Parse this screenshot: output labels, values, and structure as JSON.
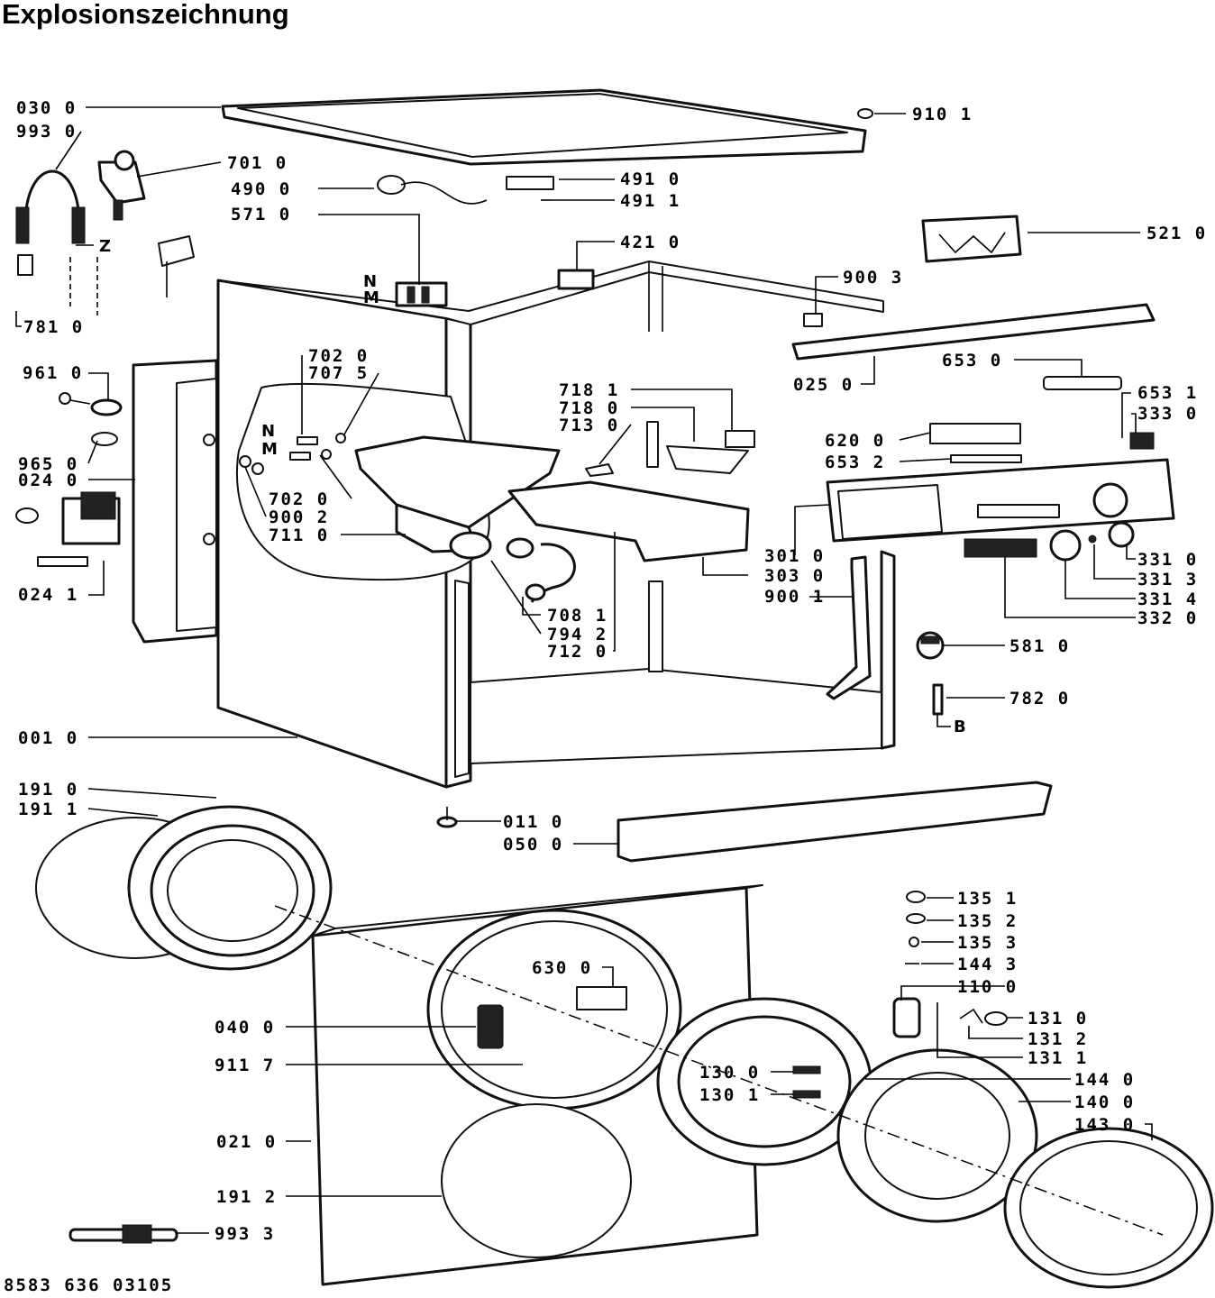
{
  "title": "Explosionszeichnung",
  "footer": "8583 636 03105",
  "labels": {
    "p0300": "030 0",
    "p9930": "993 0",
    "p7010": "701 0",
    "p4900": "490 0",
    "p5710": "571 0",
    "p7810": "781 0",
    "p4910": "491 0",
    "p4911": "491 1",
    "p4210": "421 0",
    "p9101": "910 1",
    "p5210": "521 0",
    "p9003": "900 3",
    "p0250": "025 0",
    "p6530": "653 0",
    "p6531": "653 1",
    "p3330": "333 0",
    "p6200": "620 0",
    "p6532": "653 2",
    "p9610": "961 0",
    "p9650": "965 0",
    "p0240": "024 0",
    "p0241": "024 1",
    "p7020a": "702 0",
    "p7075": "707 5",
    "p7020b": "702 0",
    "p9002": "900 2",
    "p7110": "711 0",
    "p7181": "718 1",
    "p7180": "718 0",
    "p7130": "713 0",
    "p7081": "708 1",
    "p7942": "794 2",
    "p7120": "712 0",
    "p3010": "301 0",
    "p3030": "303 0",
    "p9001": "900 1",
    "p3310": "331 0",
    "p3313": "331 3",
    "p3314": "331 4",
    "p3320": "332 0",
    "p5810": "581 0",
    "p7820": "782 0",
    "p0010": "001 0",
    "p1910": "191 0",
    "p1911": "191 1",
    "p0110": "011 0",
    "p0500": "050 0",
    "p1351": "135 1",
    "p1352": "135 2",
    "p1353": "135 3",
    "p1443": "144 3",
    "p1100": "110 0",
    "p1310": "131 0",
    "p1312": "131 2",
    "p1311": "131 1",
    "p6300": "630 0",
    "p0400": "040 0",
    "p9117": "911 7",
    "p1300": "130 0",
    "p1301": "130 1",
    "p1440": "144 0",
    "p1400": "140 0",
    "p1430": "143 0",
    "p0210": "021 0",
    "p1912": "191 2",
    "p9933": "993 3"
  },
  "letters": {
    "z": "Z",
    "n1": "N",
    "m1": "M",
    "n2": "N",
    "m2": "M",
    "b": "B"
  }
}
